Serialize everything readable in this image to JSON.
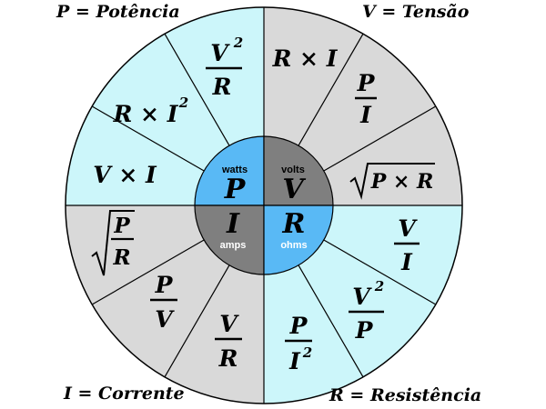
{
  "corners": {
    "power": {
      "symbol": "P",
      "name": "Potência"
    },
    "voltage": {
      "symbol": "V",
      "name": "Tensão"
    },
    "current": {
      "symbol": "I",
      "name": "Corrente"
    },
    "resistance": {
      "symbol": "R",
      "name": "Resistência"
    }
  },
  "center": {
    "power": {
      "unit": "watts",
      "letter": "P"
    },
    "voltage": {
      "unit": "volts",
      "letter": "V"
    },
    "current": {
      "unit": "amps",
      "letter": "I"
    },
    "resistance": {
      "unit": "ohms",
      "letter": "R"
    }
  },
  "formulas": {
    "voltage_r_times_i": "R × I",
    "voltage_p_over_i": {
      "num": "P",
      "den": "I"
    },
    "voltage_sqrt_p_times_r": "P × R",
    "resistance_v_over_i": {
      "num": "V",
      "den": "I"
    },
    "resistance_v2_over_p": {
      "num": "V",
      "sup": "2",
      "den": "P"
    },
    "resistance_p_over_i2": {
      "num": "P",
      "den": "I",
      "sup": "2"
    },
    "current_v_over_r": {
      "num": "V",
      "den": "R"
    },
    "current_p_over_v": {
      "num": "P",
      "den": "V"
    },
    "current_sqrt_p_over_r": {
      "num": "P",
      "den": "R"
    },
    "power_v_times_i": "V × I",
    "power_r_times_i2": {
      "base": "R × I",
      "sup": "2"
    },
    "power_v2_over_r": {
      "num": "V",
      "sup": "2",
      "den": "R"
    }
  },
  "colors": {
    "light_blue": "#ccf6fa",
    "light_gray": "#d9d9d9",
    "center_blue": "#59b9f5",
    "center_gray": "#7f7f7f",
    "line": "#000000"
  }
}
